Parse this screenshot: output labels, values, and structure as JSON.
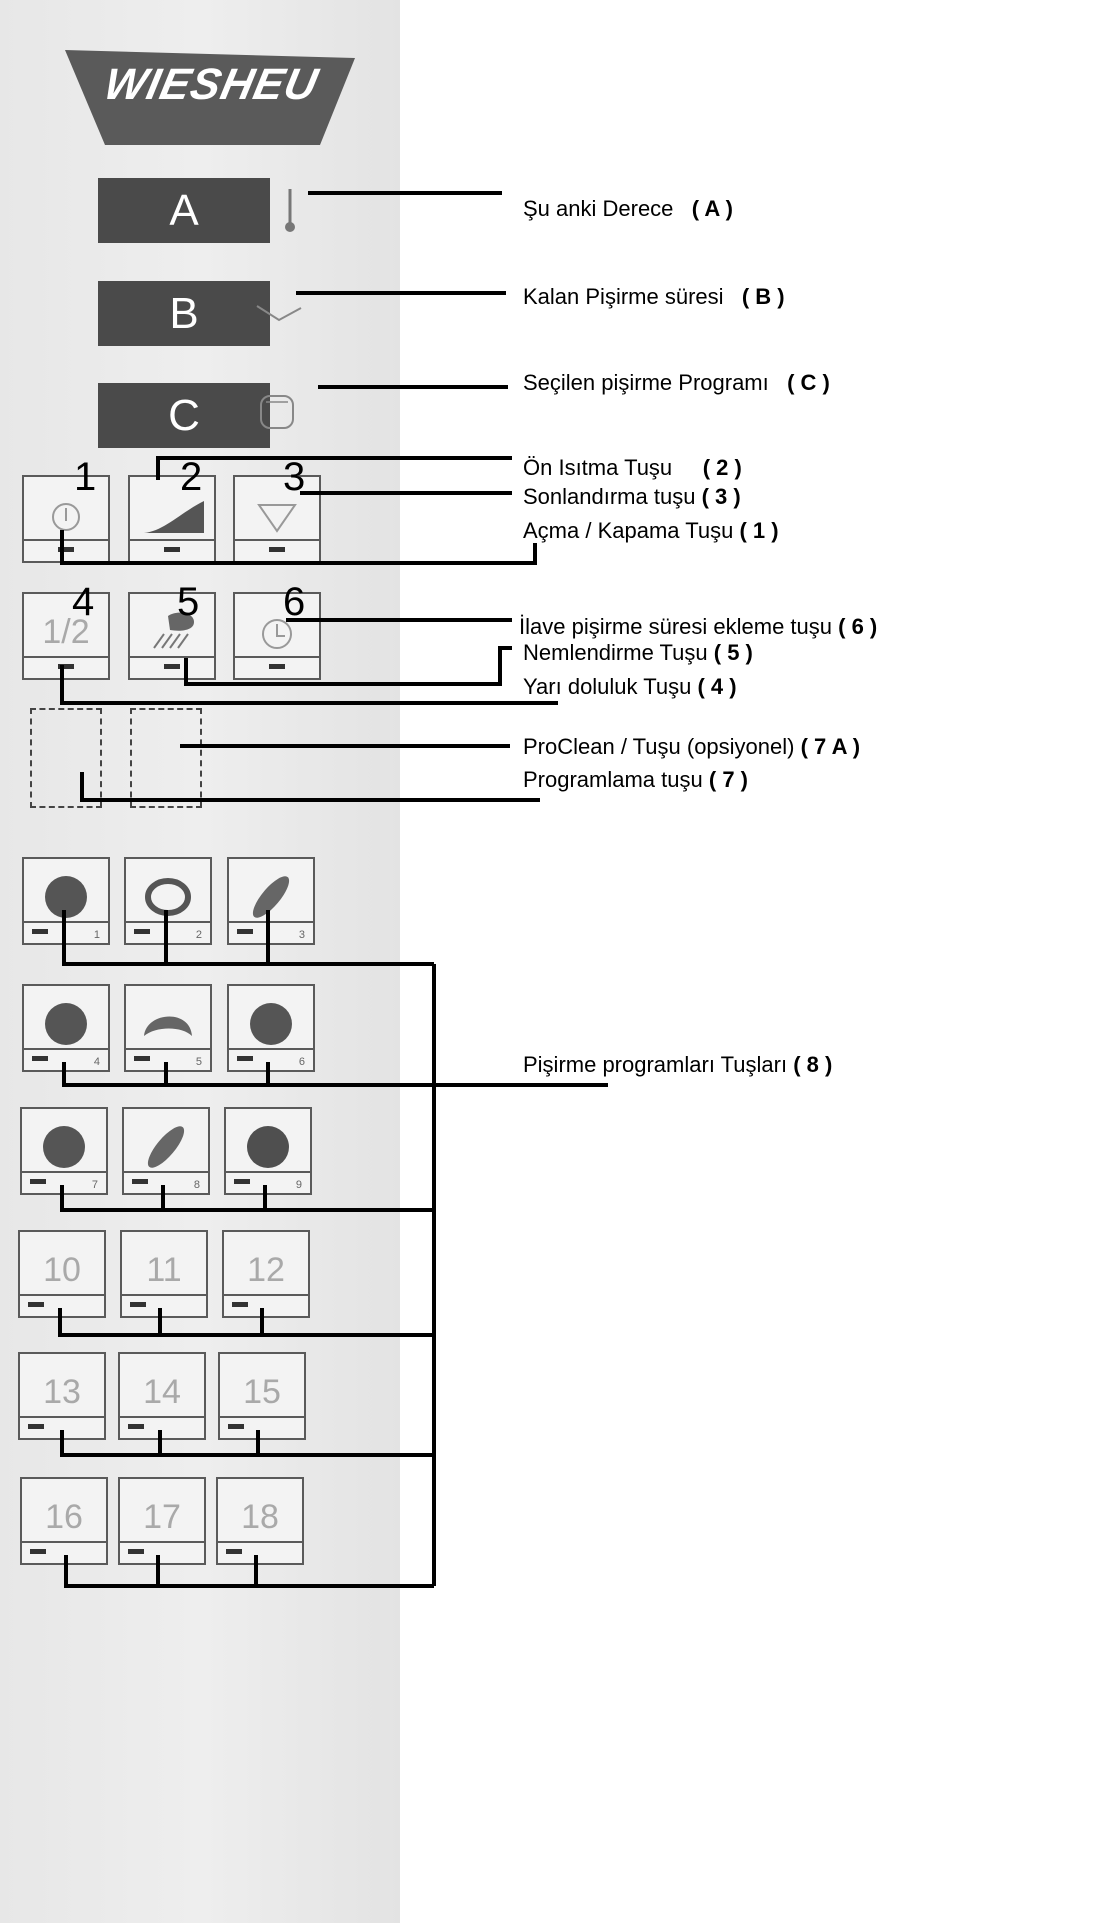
{
  "brand": {
    "logo_text": "WIESHEU"
  },
  "displays": [
    {
      "letter": "A",
      "icon": "thermometer-icon"
    },
    {
      "letter": "B",
      "icon": "clock-hand-icon"
    },
    {
      "letter": "C",
      "icon": "program-icon"
    }
  ],
  "key_numbers": [
    "1",
    "2",
    "3",
    "4",
    "5",
    "6"
  ],
  "half_load_key_glyph": "1/2",
  "program_keys": [
    {
      "number": "1",
      "icon": "round-bread-icon"
    },
    {
      "number": "2",
      "icon": "pretzel-icon"
    },
    {
      "number": "3",
      "icon": "baguette-icon"
    },
    {
      "number": "4",
      "icon": "bun-icon"
    },
    {
      "number": "5",
      "icon": "croissant-icon"
    },
    {
      "number": "6",
      "icon": "round-loaf-icon"
    },
    {
      "number": "7",
      "icon": "bun-icon"
    },
    {
      "number": "8",
      "icon": "baguette-icon"
    },
    {
      "number": "9",
      "icon": "seeded-roll-icon"
    },
    {
      "number": "10",
      "icon": ""
    },
    {
      "number": "11",
      "icon": ""
    },
    {
      "number": "12",
      "icon": ""
    },
    {
      "number": "13",
      "icon": ""
    },
    {
      "number": "14",
      "icon": ""
    },
    {
      "number": "15",
      "icon": ""
    },
    {
      "number": "16",
      "icon": ""
    },
    {
      "number": "17",
      "icon": ""
    },
    {
      "number": "18",
      "icon": ""
    }
  ],
  "labels": {
    "a": {
      "text": "Şu anki Derece",
      "code": "( A )"
    },
    "b": {
      "text": "Kalan Pişirme süresi",
      "code": "( B )"
    },
    "c": {
      "text": "Seçilen pişirme Programı",
      "code": "( C )"
    },
    "k2": {
      "text": "Ön Isıtma Tuşu",
      "code": "( 2 )"
    },
    "k3": {
      "text": "Sonlandırma tuşu",
      "code": "( 3 )"
    },
    "k1": {
      "text": "Açma / Kapama Tuşu",
      "code": "( 1 )"
    },
    "k6": {
      "text": "İlave pişirme süresi ekleme tuşu",
      "code": "( 6 )"
    },
    "k5": {
      "text": "Nemlendirme Tuşu",
      "code": "( 5 )"
    },
    "k4": {
      "text": "Yarı doluluk Tuşu",
      "code": "( 4 )"
    },
    "k7a": {
      "text": "ProClean / Tuşu (opsiyonel)",
      "code": "( 7 A )"
    },
    "k7": {
      "text": "Programlama tuşu",
      "code": "( 7 )"
    },
    "k8": {
      "text": "Pişirme programları Tuşları",
      "code": "( 8 )"
    }
  }
}
